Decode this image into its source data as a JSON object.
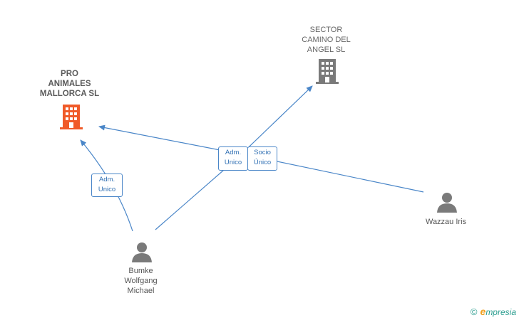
{
  "nodes": {
    "pro_animales": {
      "label": "PRO\nANIMALES\nMALLORCA SL",
      "color": "#f05a28",
      "icon": "building-icon"
    },
    "sector_camino": {
      "label": "SECTOR\nCAMINO DEL\nANGEL SL",
      "color": "#7a7a7a",
      "icon": "building-icon"
    },
    "bumke": {
      "label": "Bumke\nWolfgang\nMichael",
      "color": "#7a7a7a",
      "icon": "person-icon"
    },
    "wazzau": {
      "label": "Wazzau Iris",
      "color": "#7a7a7a",
      "icon": "person-icon"
    }
  },
  "edges": {
    "adm_unico_left": "Adm.\nUnico",
    "adm_unico_center": "Adm.\nUnico",
    "socio_unico": "Socio\nÚnico"
  },
  "colors": {
    "edge": "#4a86c8"
  },
  "brand": {
    "copyright": "©",
    "name": "mpresia",
    "initial": "e"
  }
}
